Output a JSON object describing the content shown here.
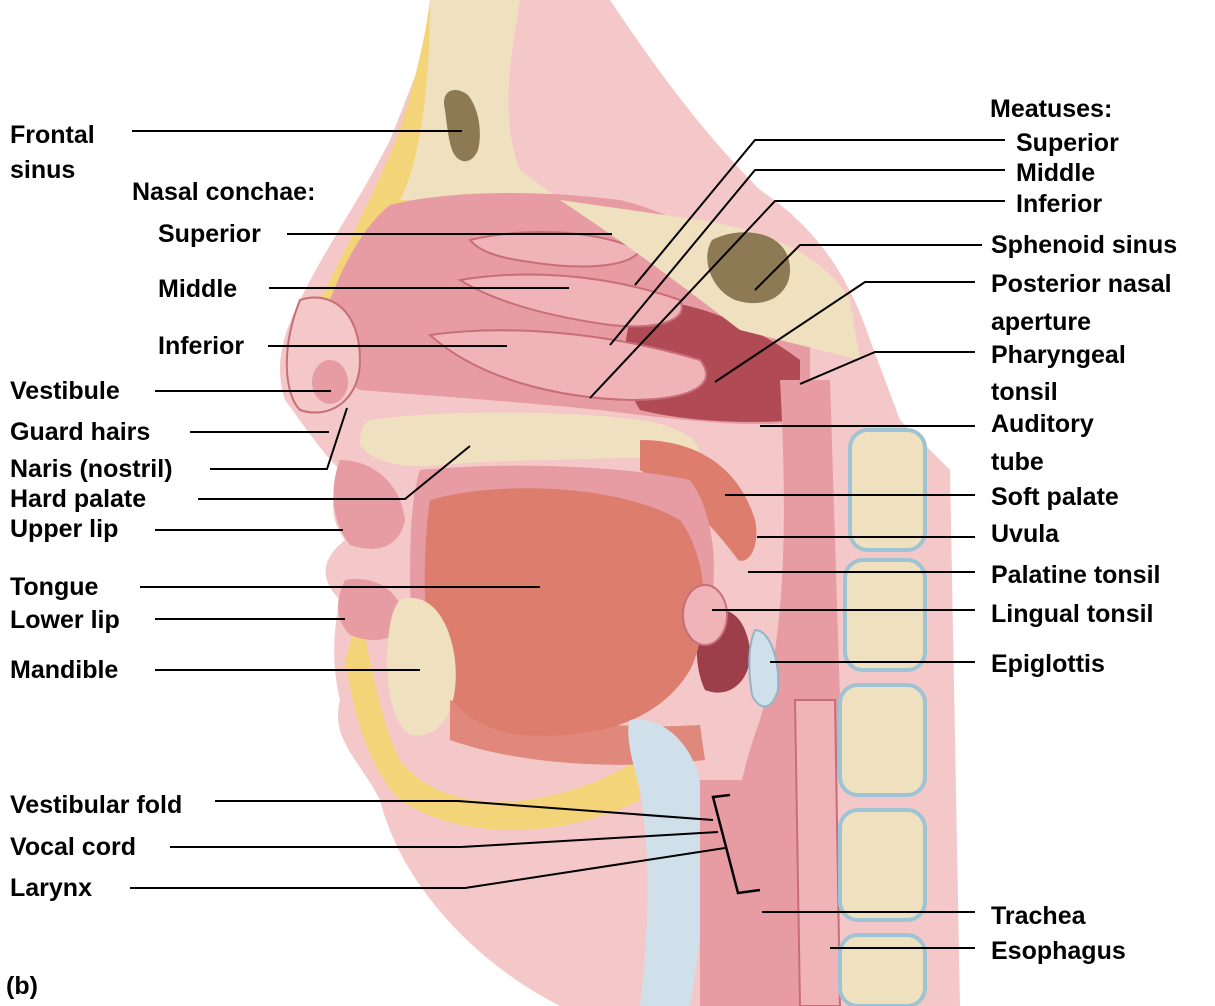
{
  "figure": {
    "panel_label": "(b)"
  },
  "labels_left": {
    "frontal_sinus_1": "Frontal",
    "frontal_sinus_2": "sinus",
    "nasal_conchae_title": "Nasal conchae:",
    "conchae_superior": "Superior",
    "conchae_middle": "Middle",
    "conchae_inferior": "Inferior",
    "vestibule": "Vestibule",
    "guard_hairs": "Guard hairs",
    "naris": "Naris (nostril)",
    "hard_palate": "Hard palate",
    "upper_lip": "Upper lip",
    "tongue": "Tongue",
    "lower_lip": "Lower lip",
    "mandible": "Mandible",
    "vestibular_fold": "Vestibular fold",
    "vocal_cord": "Vocal cord",
    "larynx": "Larynx"
  },
  "labels_right": {
    "meatuses_title": "Meatuses:",
    "meatus_superior": "Superior",
    "meatus_middle": "Middle",
    "meatus_inferior": "Inferior",
    "sphenoid_sinus": "Sphenoid sinus",
    "posterior_nasal_1": "Posterior nasal",
    "posterior_nasal_2": "aperture",
    "pharyngeal_tonsil_1": "Pharyngeal",
    "pharyngeal_tonsil_2": "tonsil",
    "auditory_tube_1": "Auditory",
    "auditory_tube_2": "tube",
    "soft_palate": "Soft palate",
    "uvula": "Uvula",
    "palatine_tonsil": "Palatine tonsil",
    "lingual_tonsil": "Lingual tonsil",
    "epiglottis": "Epiglottis",
    "trachea": "Trachea",
    "esophagus": "Esophagus"
  },
  "colors": {
    "bone": "#efe1c0",
    "bone_dots": "#8a7760",
    "fat": "#f4d478",
    "mucosa": "#e79ba2",
    "mucosa_dark": "#c86e78",
    "muscle": "#dc7d6e",
    "cavity_dark": "#9d3f4a",
    "skin": "#f4c8c8",
    "cartilage": "#cfe0ea",
    "leader_line": "#000000"
  }
}
